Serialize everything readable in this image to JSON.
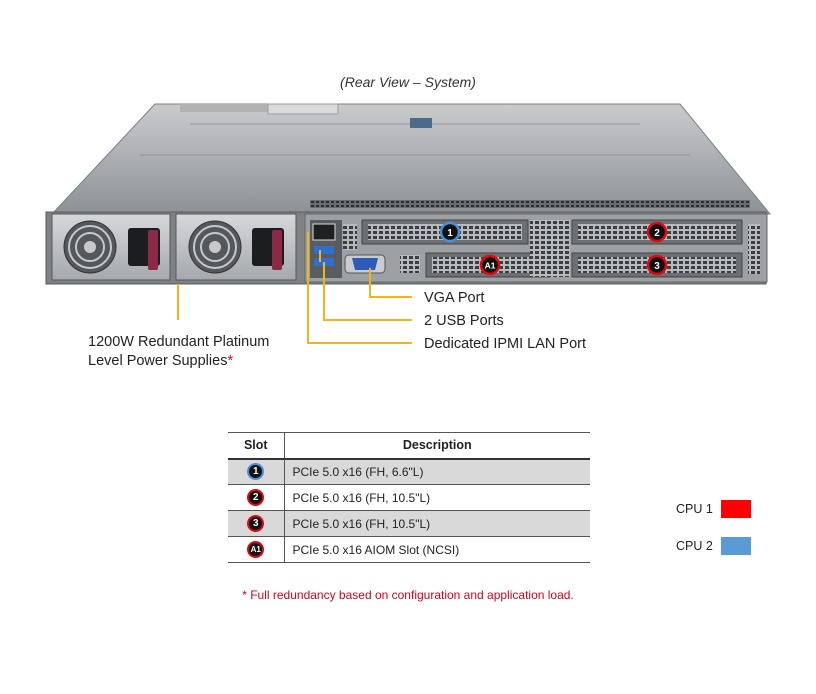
{
  "caption": "(Rear View – System)",
  "callouts": {
    "vga": "VGA Port",
    "usb": "2 USB Ports",
    "ipmi": "Dedicated IPMI  LAN Port",
    "psu_line1": "1200W Redundant  Platinum",
    "psu_line2": "Level Power Supplies",
    "psu_star": "*"
  },
  "server_badges": {
    "slot1": "1",
    "slot2": "2",
    "slot3": "3",
    "slotA1": "A1"
  },
  "table": {
    "header_slot": "Slot",
    "header_desc": "Description",
    "rows": [
      {
        "badge": "1",
        "color": "#4a90d9",
        "desc": "PCIe 5.0 x16 (FH, 6.6\"L)"
      },
      {
        "badge": "2",
        "color": "#e30613",
        "desc": "PCIe 5.0 x16 (FH,  10.5\"L)"
      },
      {
        "badge": "3",
        "color": "#e30613",
        "desc": "PCIe 5.0 x16 (FH,  10.5\"L)"
      },
      {
        "badge": "A1",
        "color": "#e30613",
        "desc": "PCIe 5.0 x16 AIOM Slot (NCSI)"
      }
    ]
  },
  "legend": [
    {
      "label": "CPU 1",
      "color": "#ff0000"
    },
    {
      "label": "CPU 2",
      "color": "#5b9bd5"
    }
  ],
  "footnote": "* Full redundancy based on configuration  and application load.",
  "colors": {
    "leader": "#f2b418",
    "cpu1": "#ff0000",
    "cpu2": "#5b9bd5"
  }
}
